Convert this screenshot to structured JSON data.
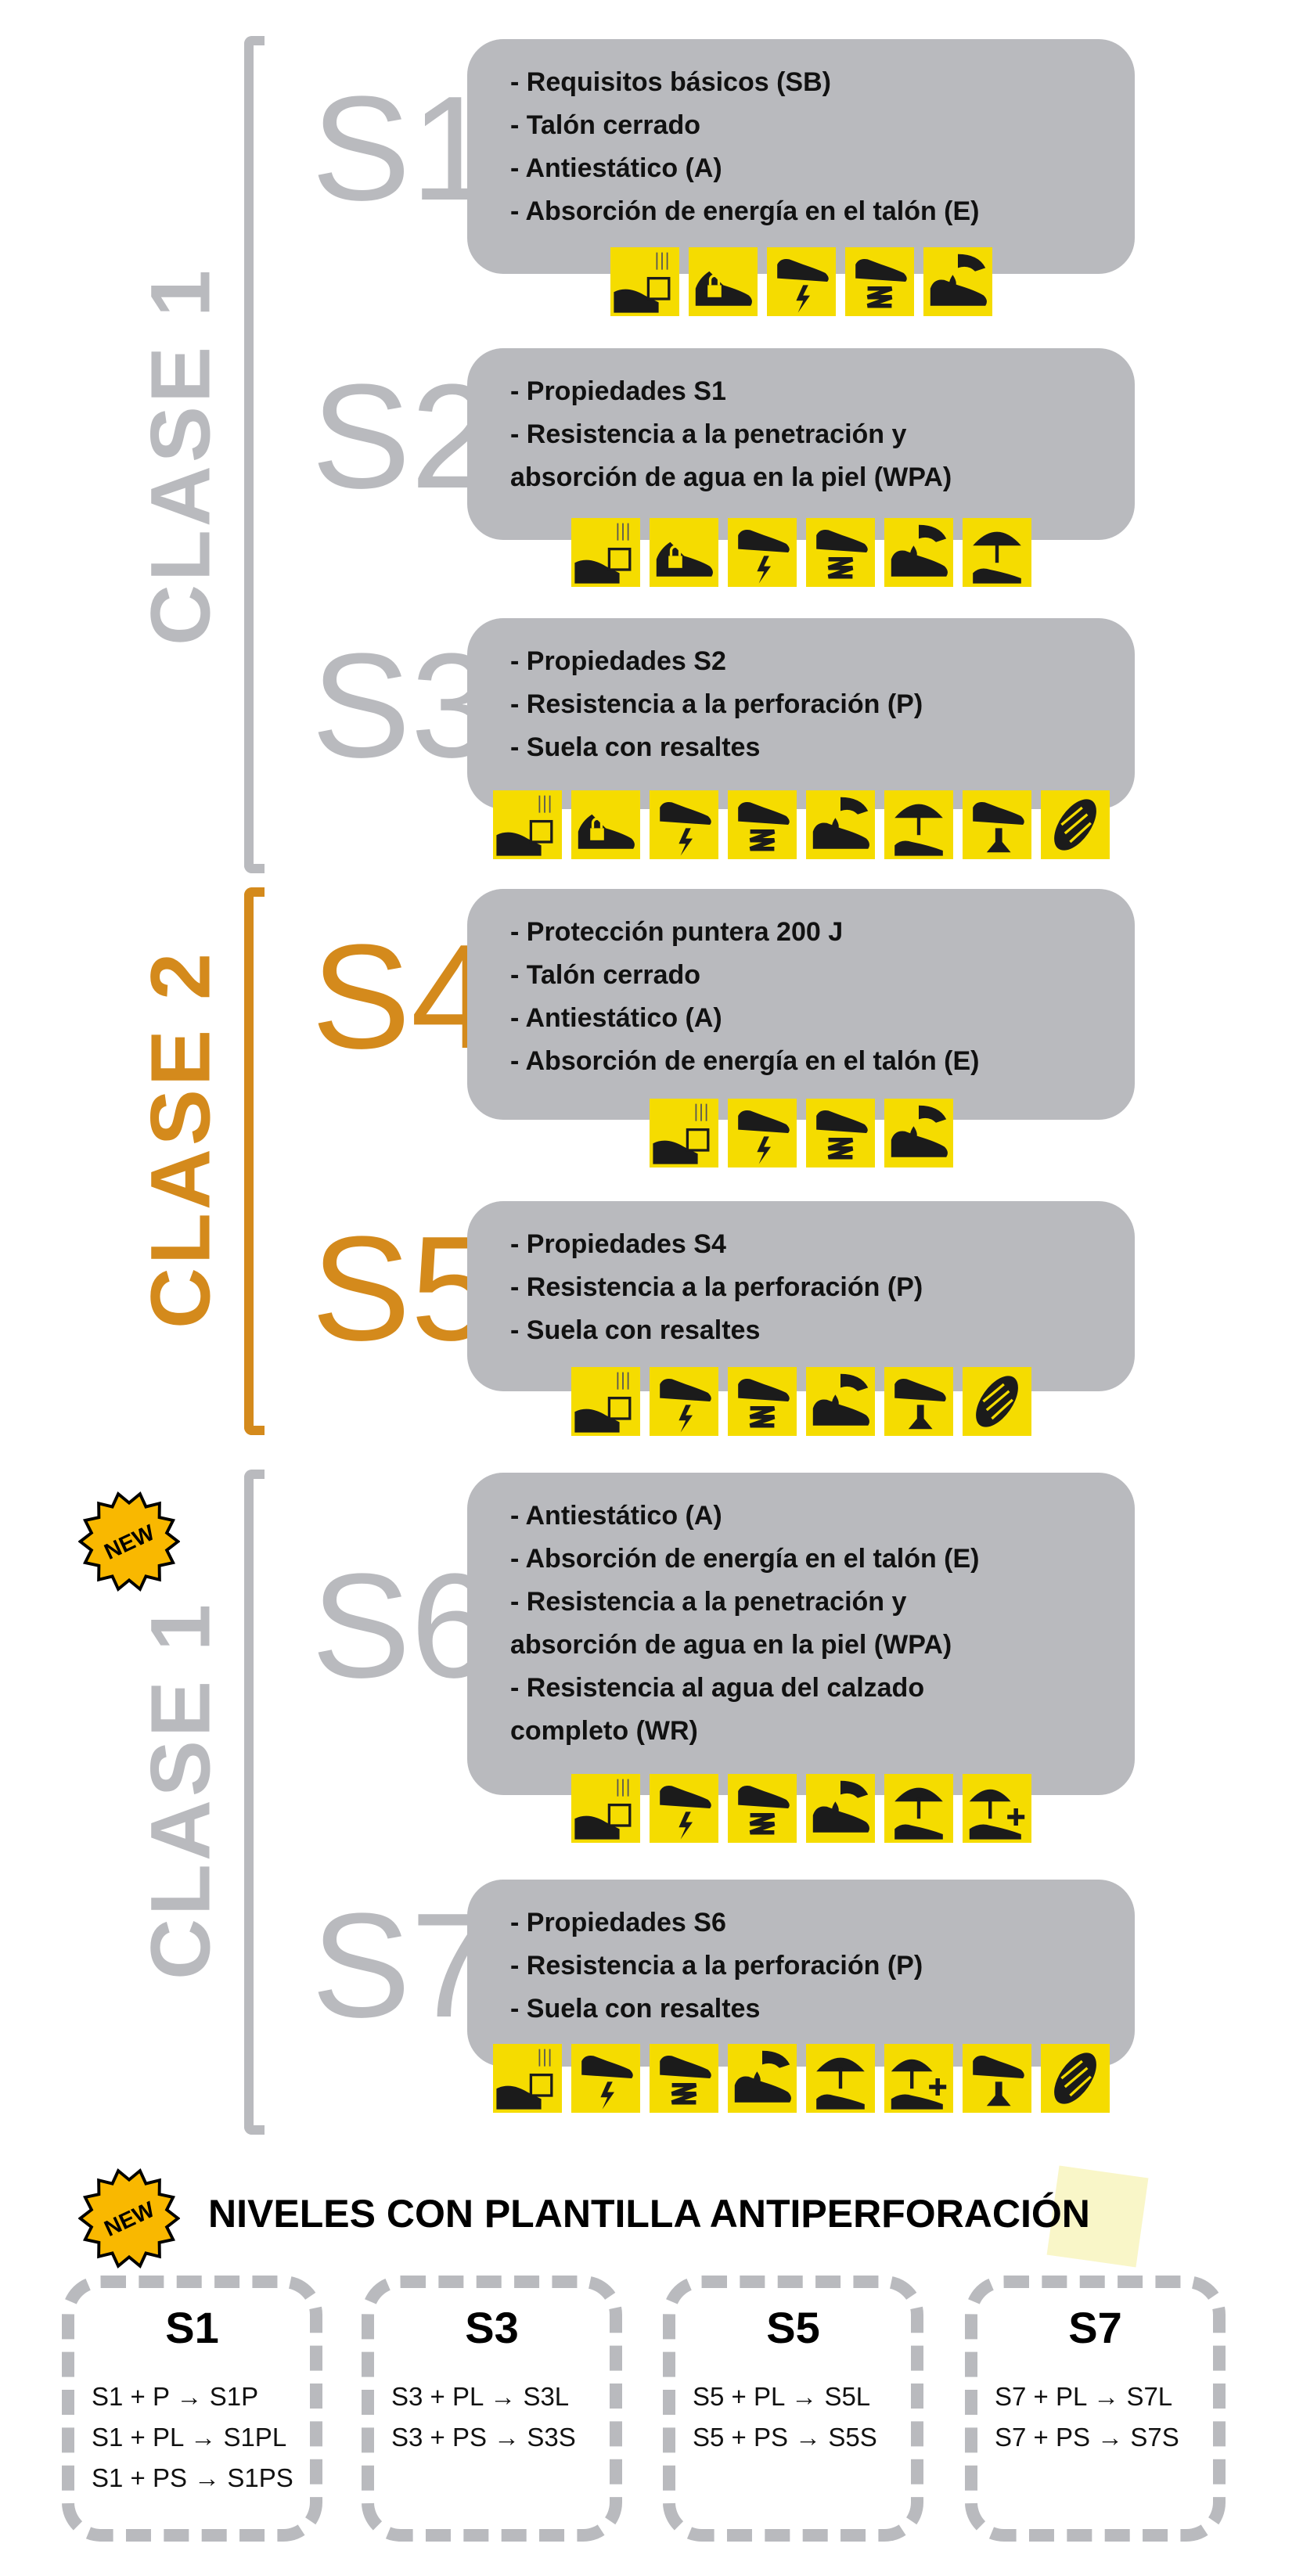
{
  "groups": [
    {
      "label": "CLASE 1",
      "color": "#b9babe"
    },
    {
      "label": "CLASE 2",
      "color": "#d48a1c"
    },
    {
      "label": "CLASE 1",
      "color": "#b9babe"
    }
  ],
  "levels": [
    {
      "code": "S1",
      "lines": [
        "- Requisitos básicos (SB)",
        "- Talón cerrado",
        "- Antiestático (A)",
        "- Absorción de energía en el talón (E)"
      ],
      "icons": [
        "impact-icon",
        "closed-heel-icon",
        "antistatic-icon",
        "energy-absorption-icon",
        "water-penetration-icon"
      ]
    },
    {
      "code": "S2",
      "lines": [
        "- Propiedades S1",
        "- Resistencia a la penetración y",
        "absorción de agua en la piel (WPA)"
      ],
      "icons": [
        "impact-icon",
        "closed-heel-icon",
        "antistatic-icon",
        "energy-absorption-icon",
        "water-penetration-icon",
        "umbrella-icon"
      ]
    },
    {
      "code": "S3",
      "lines": [
        "- Propiedades S2",
        "- Resistencia a la perforación (P)",
        "- Suela con resaltes"
      ],
      "icons": [
        "impact-icon",
        "closed-heel-icon",
        "antistatic-icon",
        "energy-absorption-icon",
        "water-penetration-icon",
        "umbrella-icon",
        "puncture-icon",
        "cleated-sole-icon"
      ]
    },
    {
      "code": "S4",
      "lines": [
        "- Protección puntera 200 J",
        "- Talón cerrado",
        "- Antiestático (A)",
        "- Absorción de energía en el talón (E)"
      ],
      "icons": [
        "impact-icon",
        "antistatic-icon",
        "energy-absorption-icon",
        "water-penetration-icon"
      ]
    },
    {
      "code": "S5",
      "lines": [
        "- Propiedades S4",
        "- Resistencia a la perforación (P)",
        "- Suela con resaltes"
      ],
      "icons": [
        "impact-icon",
        "antistatic-icon",
        "energy-absorption-icon",
        "water-penetration-icon",
        "puncture-icon",
        "cleated-sole-icon"
      ]
    },
    {
      "code": "S6",
      "lines": [
        "- Antiestático (A)",
        "- Absorción de energía en el talón (E)",
        "- Resistencia a la penetración y",
        "absorción de agua en la piel (WPA)",
        "- Resistencia al agua del calzado",
        "completo (WR)"
      ],
      "icons": [
        "impact-icon",
        "antistatic-icon",
        "energy-absorption-icon",
        "water-penetration-icon",
        "umbrella-icon",
        "umbrella-plus-icon"
      ]
    },
    {
      "code": "S7",
      "lines": [
        "- Propiedades S6",
        "- Resistencia a la perforación (P)",
        "- Suela con resaltes"
      ],
      "icons": [
        "impact-icon",
        "antistatic-icon",
        "energy-absorption-icon",
        "water-penetration-icon",
        "umbrella-icon",
        "umbrella-plus-icon",
        "puncture-icon",
        "cleated-sole-icon"
      ]
    }
  ],
  "badge": "NEW",
  "insole": {
    "heading": "NIVELES CON PLANTILLA ANTIPERFORACIÓN",
    "cards": [
      {
        "title": "S1",
        "lines": [
          "S1 + P → S1P",
          "S1 + PL → S1PL",
          "S1 + PS → S1PS"
        ]
      },
      {
        "title": "S3",
        "lines": [
          "S3 + PL → S3L",
          "S3 + PS → S3S"
        ]
      },
      {
        "title": "S5",
        "lines": [
          "S5 + PL → S5L",
          "S5 + PS → S5S"
        ]
      },
      {
        "title": "S7",
        "lines": [
          "S7 + PL → S7L",
          "S7 + PS → S7S"
        ]
      }
    ]
  },
  "colors": {
    "gray": "#b9babe",
    "orange": "#d48a1c",
    "yellow": "#f5dc00",
    "badge": "#f9b800"
  }
}
